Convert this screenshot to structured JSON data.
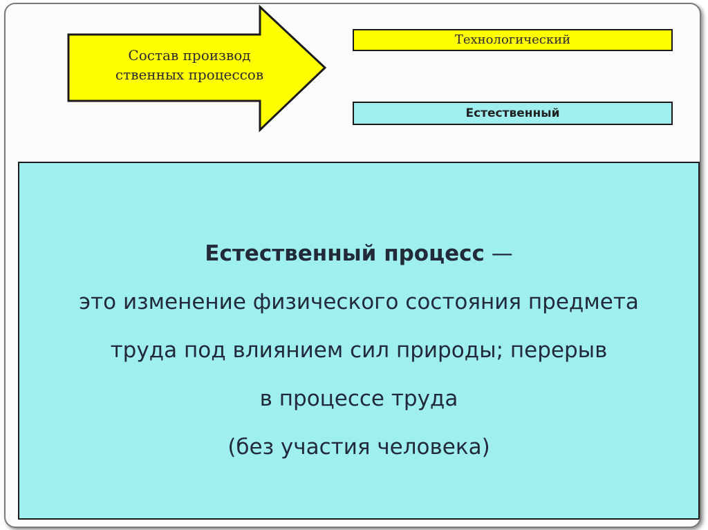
{
  "arrow": {
    "line1": "Состав производ",
    "line2": "ственных процессов",
    "fill_color": "#ffff00"
  },
  "boxes": {
    "technological": "Технологический",
    "natural": "Естественный",
    "technological_color": "#ffff00",
    "natural_color": "#9eefed"
  },
  "definition": {
    "term": "Естественный процесс",
    "dash": " —",
    "line2": "это изменение физического состояния предмета",
    "line3": "труда под влиянием сил природы; перерыв",
    "line4": "в процессе труда",
    "line5": "(без участия человека)",
    "panel_color": "#9eefed"
  }
}
